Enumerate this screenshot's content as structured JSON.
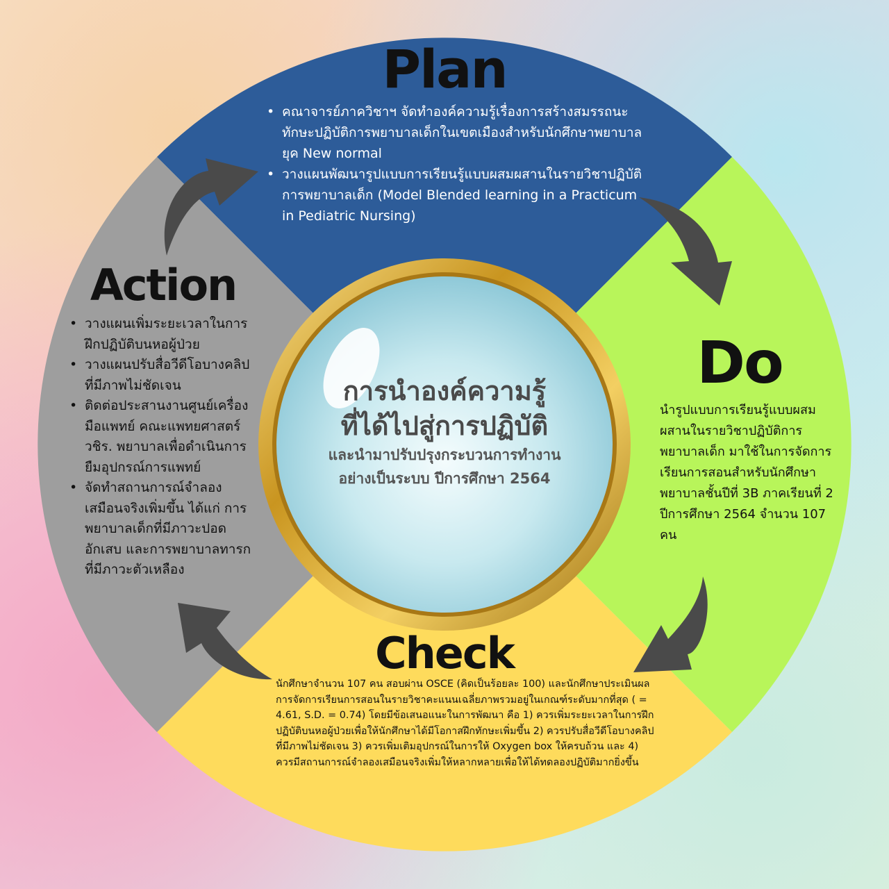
{
  "colors": {
    "plan": "#2d5c99",
    "do": "#b8f55a",
    "check": "#fedb5c",
    "action": "#9e9e9e",
    "arrow": "#4a4a4a",
    "center_gold": "#d4a52a",
    "center_lens": "#a9dbe6"
  },
  "plan": {
    "title": "Plan",
    "bullets": [
      "คณาจารย์ภาควิชาฯ จัดทำองค์ความรู้เรื่องการสร้างสมรรถนะทักษะปฏิบัติการพยาบาลเด็กในเขตเมืองสำหรับนักศึกษาพยาบาลยุค New normal",
      "วางแผนพัฒนารูปแบบการเรียนรู้แบบผสมผสานในรายวิชาปฏิบัติการพยาบาลเด็ก (Model Blended learning in a Practicum in Pediatric Nursing)"
    ]
  },
  "do": {
    "title": "Do",
    "text": "นำรูปแบบการเรียนรู้แบบผสมผสานในรายวิชาปฏิบัติการพยาบาลเด็ก มาใช้ในการจัดการเรียนการสอนสำหรับนักศึกษาพยาบาลชั้นปีที่ 3B ภาคเรียนที่ 2 ปีการศึกษา 2564 จำนวน 107 คน"
  },
  "check": {
    "title": "Check",
    "text": "นักศึกษาจำนวน 107 คน สอบผ่าน OSCE (คิดเป็นร้อยละ 100) และนักศึกษาประเมินผลการจัดการเรียนการสอนในรายวิชาคะแนนเฉลี่ยภาพรวมอยู่ในเกณฑ์ระดับมากที่สุด ( = 4.61, S.D. = 0.74) โดยมีข้อเสนอแนะในการพัฒนา คือ 1) ควรเพิ่มระยะเวลาในการฝึกปฏิบัติบนหอผู้ป่วยเพื่อให้นักศึกษาได้มีโอกาสฝึกทักษะเพิ่มขึ้น 2) ควรปรับสื่อวีดีโอบางคลิปที่มีภาพไม่ชัดเจน 3) ควรเพิ่มเติมอุปกรณ์ในการให้ Oxygen box ให้ครบถ้วน และ 4) ควรมีสถานการณ์จำลองเสมือนจริงเพิ่มให้หลากหลายเพื่อให้ได้ทดลองปฏิบัติมากยิ่งขึ้น"
  },
  "action": {
    "title": "Action",
    "bullets": [
      "วางแผนเพิ่มระยะเวลาในการฝึกปฏิบัติบนหอผู้ป่วย",
      "วางแผนปรับสื่อวีดีโอบางคลิปที่มีภาพไม่ชัดเจน",
      "ติดต่อประสานงานศูนย์เครื่องมือแพทย์ คณะแพทยศาสตร์วชิร. พยาบาลเพื่อดำเนินการยืมอุปกรณ์การแพทย์",
      "จัดทำสถานการณ์จำลองเสมือนจริงเพิ่มขึ้น ได้แก่ การพยาบาลเด็กที่มีภาวะปอดอักเสบ และการพยาบาลทารกที่มีภาวะตัวเหลือง"
    ]
  },
  "center": {
    "line1": "การนำองค์ความรู้",
    "line2": "ที่ได้ไปสู่การปฏิบัติ",
    "line3": "และนำมาปรับปรุงกระบวนการทำงาน",
    "line4": "อย่างเป็นระบบ ปีการศึกษา 2564"
  }
}
